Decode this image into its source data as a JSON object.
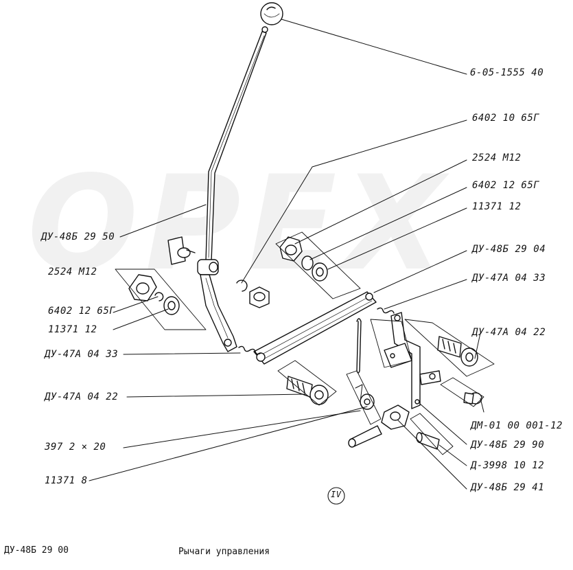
{
  "watermark": "OPEX",
  "view_marker": "IV",
  "labels": {
    "ball_knob": "6-05-1555 40",
    "washer_64021065": "6402 10 65Г",
    "nut_2524_right": "2524 M12",
    "washer_64021265_right": "6402 12 65Г",
    "washer_11371_right": "11371 12",
    "rod_482904": "ДУ-48Б 29 04",
    "spring_470433_right": "ДУ-47А 04 33",
    "bolt_470422_right": "ДУ-47А 04 22",
    "dm_part": "ДМ-01 00 001-12",
    "bracket_482990": "ДУ-48Б 29 90",
    "pin_3998": "Д-3998 10 12",
    "fork_482941": "ДУ-48Б 29 41",
    "lever_482950": "ДУ-48Б 29 50",
    "nut_2524_left": "2524 M12",
    "washer_64021265_left": "6402 12 65Г",
    "washer_11371_left": "11371 12",
    "spring_470433_left": "ДУ-47А 04 33",
    "bolt_470422_left": "ДУ-47А 04 22",
    "cotter_397": "397   2 × 20",
    "washer_113718": "11371 8"
  },
  "footer": {
    "code": "ДУ-48Б 29 00",
    "title": "Рычаги управления"
  }
}
